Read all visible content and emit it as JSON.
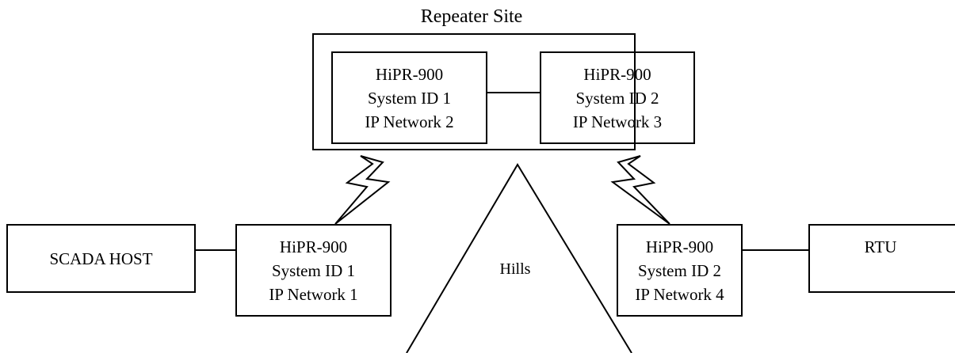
{
  "repeater_site": {
    "title": "Repeater Site"
  },
  "radios": {
    "repeater_left": {
      "model": "HiPR-900",
      "system_id": "System ID 1",
      "network": "IP Network 2"
    },
    "repeater_right": {
      "model": "HiPR-900",
      "system_id": "System ID 2",
      "network": "IP Network 3"
    },
    "host_radio": {
      "model": "HiPR-900",
      "system_id": "System ID 1",
      "network": "IP Network 1"
    },
    "rtu_radio": {
      "model": "HiPR-900",
      "system_id": "System ID 2",
      "network": "IP Network 4"
    }
  },
  "endpoints": {
    "scada_host": "SCADA HOST",
    "rtu": "RTU"
  },
  "terrain": {
    "hills_label": "Hills"
  },
  "colors": {
    "stroke": "#000000",
    "background": "#ffffff"
  }
}
